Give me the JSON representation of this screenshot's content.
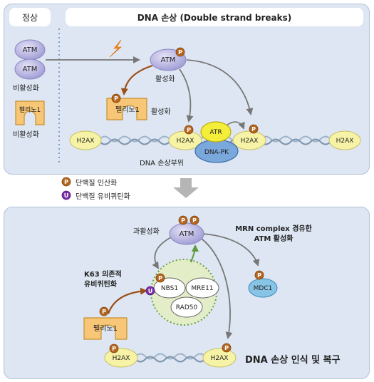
{
  "top": {
    "normal_tab": "정상",
    "damage_title": "DNA 손상 (Double strand breaks)",
    "atm": "ATM",
    "inactive": "비활성화",
    "active": "활성화",
    "pellino": "펠리노1",
    "pellino_active": "활성화",
    "h2ax": "H2AX",
    "atr": "ATR",
    "dnapk": "DNA-PK",
    "damage_site": "DNA 손상부위"
  },
  "legend": {
    "p_symbol": "P",
    "u_symbol": "U",
    "phospho": "단백질 인산화",
    "ubiq": "단백질 유비퀴틴화"
  },
  "bottom": {
    "hyperactive": "과활성화",
    "atm": "ATM",
    "mrn_line1": "MRN complex 경유한",
    "mrn_line2": "ATM 활성화",
    "k63_line1": "K63 의존적",
    "k63_line2": "유비퀴틴화",
    "nbs1": "NBS1",
    "mre11": "MRE11",
    "rad50": "RAD50",
    "mdc1": "MDC1",
    "pellino": "펠리노1",
    "h2ax": "H2AX",
    "recognition": "DNA 손상 인식 및 복구"
  },
  "colors": {
    "panel_bg": "#dde6f2",
    "panel_border": "#b3c3da",
    "atm_fill": "#b9b6e2",
    "pellino_fill": "#f7c676",
    "h2ax_fill": "#f7f3a6",
    "phospho": "#b5651d",
    "ubiq": "#7b2fa8",
    "dnapk_fill": "#7aa7dc",
    "mdc1_fill": "#87c4e6",
    "mrn_bg": "#e3edc8"
  }
}
